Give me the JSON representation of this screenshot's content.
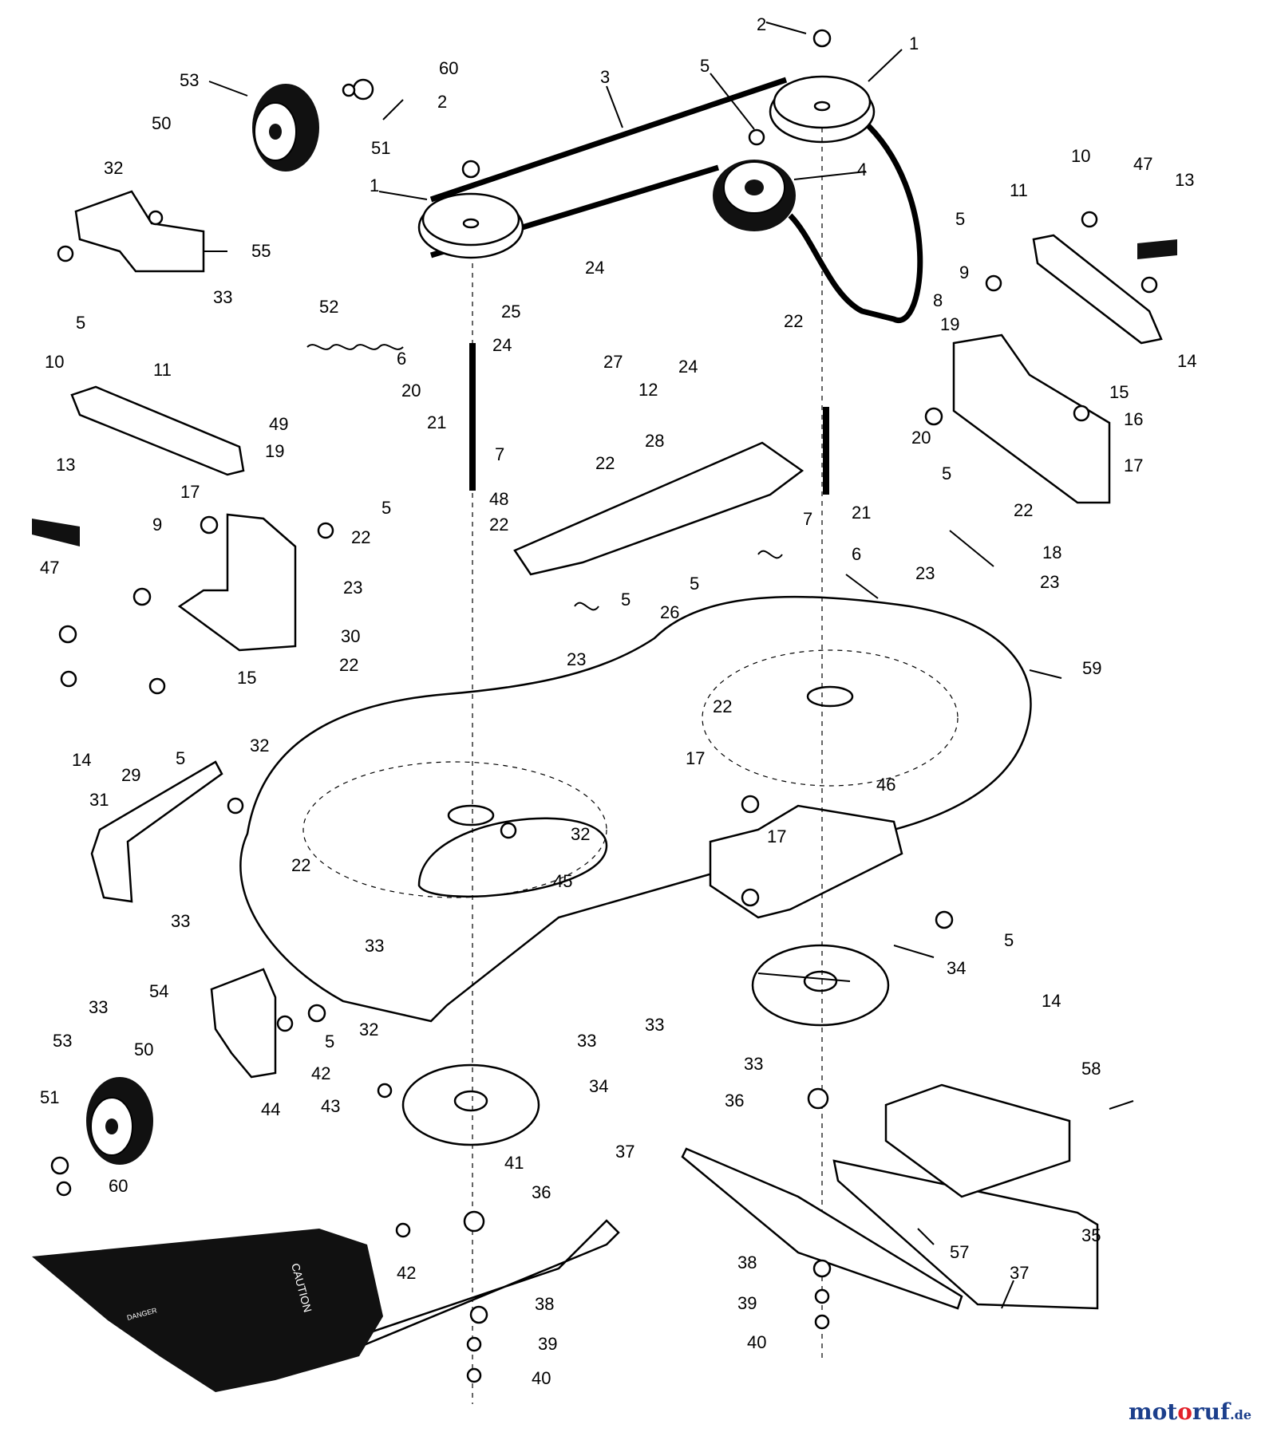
{
  "watermark": {
    "prefix": "mot",
    "o": "o",
    "suffix": "ruf",
    "tld": ".de"
  },
  "deck_text": {
    "guard": "CAUTION",
    "guard_small": "DANGER"
  },
  "labels": [
    {
      "id": "lbl-2a",
      "text": "2"
    },
    {
      "id": "lbl-1a",
      "text": "1"
    },
    {
      "id": "lbl-3",
      "text": "3"
    },
    {
      "id": "lbl-5a",
      "text": "5"
    },
    {
      "id": "lbl-60a",
      "text": "60"
    },
    {
      "id": "lbl-53a",
      "text": "53"
    },
    {
      "id": "lbl-51a",
      "text": "51"
    },
    {
      "id": "lbl-50a",
      "text": "50"
    },
    {
      "id": "lbl-2b",
      "text": "2"
    },
    {
      "id": "lbl-1b",
      "text": "1"
    },
    {
      "id": "lbl-4",
      "text": "4"
    },
    {
      "id": "lbl-32a",
      "text": "32"
    },
    {
      "id": "lbl-55",
      "text": "55"
    },
    {
      "id": "lbl-5b",
      "text": "5"
    },
    {
      "id": "lbl-33a",
      "text": "33"
    },
    {
      "id": "lbl-52",
      "text": "52"
    },
    {
      "id": "lbl-24a",
      "text": "24"
    },
    {
      "id": "lbl-25",
      "text": "25"
    },
    {
      "id": "lbl-24b",
      "text": "24"
    },
    {
      "id": "lbl-27",
      "text": "27"
    },
    {
      "id": "lbl-24c",
      "text": "24"
    },
    {
      "id": "lbl-10a",
      "text": "10"
    },
    {
      "id": "lbl-47a",
      "text": "47"
    },
    {
      "id": "lbl-13a",
      "text": "13"
    },
    {
      "id": "lbl-11a",
      "text": "11"
    },
    {
      "id": "lbl-5c",
      "text": "5"
    },
    {
      "id": "lbl-9a",
      "text": "9"
    },
    {
      "id": "lbl-8",
      "text": "8"
    },
    {
      "id": "lbl-19a",
      "text": "19"
    },
    {
      "id": "lbl-22a",
      "text": "22"
    },
    {
      "id": "lbl-14a",
      "text": "14"
    },
    {
      "id": "lbl-15a",
      "text": "15"
    },
    {
      "id": "lbl-16",
      "text": "16"
    },
    {
      "id": "lbl-17a",
      "text": "17"
    },
    {
      "id": "lbl-10b",
      "text": "10"
    },
    {
      "id": "lbl-11b",
      "text": "11"
    },
    {
      "id": "lbl-6a",
      "text": "6"
    },
    {
      "id": "lbl-20a",
      "text": "20"
    },
    {
      "id": "lbl-21a",
      "text": "21"
    },
    {
      "id": "lbl-12",
      "text": "12"
    },
    {
      "id": "lbl-49",
      "text": "49"
    },
    {
      "id": "lbl-19b",
      "text": "19"
    },
    {
      "id": "lbl-7a",
      "text": "7"
    },
    {
      "id": "lbl-22b",
      "text": "22"
    },
    {
      "id": "lbl-28",
      "text": "28"
    },
    {
      "id": "lbl-48",
      "text": "48"
    },
    {
      "id": "lbl-20b",
      "text": "20"
    },
    {
      "id": "lbl-5d",
      "text": "5"
    },
    {
      "id": "lbl-22c",
      "text": "22"
    },
    {
      "id": "lbl-13b",
      "text": "13"
    },
    {
      "id": "lbl-17b",
      "text": "17"
    },
    {
      "id": "lbl-5e",
      "text": "5"
    },
    {
      "id": "lbl-21b",
      "text": "21"
    },
    {
      "id": "lbl-18",
      "text": "18"
    },
    {
      "id": "lbl-9b",
      "text": "9"
    },
    {
      "id": "lbl-22d",
      "text": "22"
    },
    {
      "id": "lbl-22e",
      "text": "22"
    },
    {
      "id": "lbl-7b",
      "text": "7"
    },
    {
      "id": "lbl-6b",
      "text": "6"
    },
    {
      "id": "lbl-23a",
      "text": "23"
    },
    {
      "id": "lbl-23b",
      "text": "23"
    },
    {
      "id": "lbl-47b",
      "text": "47"
    },
    {
      "id": "lbl-23c",
      "text": "23"
    },
    {
      "id": "lbl-5f",
      "text": "5"
    },
    {
      "id": "lbl-5g",
      "text": "5"
    },
    {
      "id": "lbl-26",
      "text": "26"
    },
    {
      "id": "lbl-30",
      "text": "30"
    },
    {
      "id": "lbl-15b",
      "text": "15"
    },
    {
      "id": "lbl-22f",
      "text": "22"
    },
    {
      "id": "lbl-23d",
      "text": "23"
    },
    {
      "id": "lbl-59",
      "text": "59"
    },
    {
      "id": "lbl-22g",
      "text": "22"
    },
    {
      "id": "lbl-14b",
      "text": "14"
    },
    {
      "id": "lbl-29",
      "text": "29"
    },
    {
      "id": "lbl-5h",
      "text": "5"
    },
    {
      "id": "lbl-32b",
      "text": "32"
    },
    {
      "id": "lbl-17c",
      "text": "17"
    },
    {
      "id": "lbl-46",
      "text": "46"
    },
    {
      "id": "lbl-31",
      "text": "31"
    },
    {
      "id": "lbl-32c",
      "text": "32"
    },
    {
      "id": "lbl-17d",
      "text": "17"
    },
    {
      "id": "lbl-22h",
      "text": "22"
    },
    {
      "id": "lbl-45",
      "text": "45"
    },
    {
      "id": "lbl-5i",
      "text": "5"
    },
    {
      "id": "lbl-33b",
      "text": "33"
    },
    {
      "id": "lbl-33c",
      "text": "33"
    },
    {
      "id": "lbl-34a",
      "text": "34"
    },
    {
      "id": "lbl-33d",
      "text": "33"
    },
    {
      "id": "lbl-54",
      "text": "54"
    },
    {
      "id": "lbl-32d",
      "text": "32"
    },
    {
      "id": "lbl-5j",
      "text": "5"
    },
    {
      "id": "lbl-33e",
      "text": "33"
    },
    {
      "id": "lbl-33f",
      "text": "33"
    },
    {
      "id": "lbl-14c",
      "text": "14"
    },
    {
      "id": "lbl-53b",
      "text": "53"
    },
    {
      "id": "lbl-50b",
      "text": "50"
    },
    {
      "id": "lbl-33g",
      "text": "33"
    },
    {
      "id": "lbl-42a",
      "text": "42"
    },
    {
      "id": "lbl-58",
      "text": "58"
    },
    {
      "id": "lbl-34b",
      "text": "34"
    },
    {
      "id": "lbl-51b",
      "text": "51"
    },
    {
      "id": "lbl-44",
      "text": "44"
    },
    {
      "id": "lbl-43",
      "text": "43"
    },
    {
      "id": "lbl-36a",
      "text": "36"
    },
    {
      "id": "lbl-37a",
      "text": "37"
    },
    {
      "id": "lbl-41",
      "text": "41"
    },
    {
      "id": "lbl-60b",
      "text": "60"
    },
    {
      "id": "lbl-36b",
      "text": "36"
    },
    {
      "id": "lbl-35",
      "text": "35"
    },
    {
      "id": "lbl-57",
      "text": "57"
    },
    {
      "id": "lbl-42b",
      "text": "42"
    },
    {
      "id": "lbl-38a",
      "text": "38"
    },
    {
      "id": "lbl-37b",
      "text": "37"
    },
    {
      "id": "lbl-38b",
      "text": "38"
    },
    {
      "id": "lbl-39a",
      "text": "39"
    },
    {
      "id": "lbl-39b",
      "text": "39"
    },
    {
      "id": "lbl-40a",
      "text": "40"
    },
    {
      "id": "lbl-40b",
      "text": "40"
    }
  ]
}
